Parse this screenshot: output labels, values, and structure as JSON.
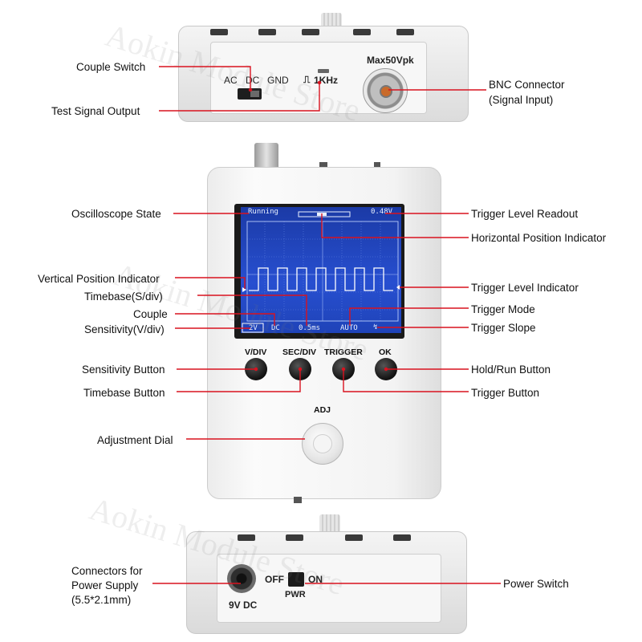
{
  "labels": {
    "couple_switch": "Couple Switch",
    "test_signal_output": "Test Signal Output",
    "bnc_connector": "BNC Connector",
    "bnc_sub": "(Signal Input)",
    "oscilloscope_state": "Oscilloscope State",
    "trigger_level_readout": "Trigger Level Readout",
    "horizontal_position_indicator": "Horizontal Position Indicator",
    "vertical_position_indicator": "Vertical Position Indicator",
    "trigger_level_indicator": "Trigger Level Indicator",
    "timebase": "Timebase(S/div)",
    "couple": "Couple",
    "sensitivity": "Sensitivity(V/div)",
    "trigger_mode": "Trigger Mode",
    "trigger_slope": "Trigger Slope",
    "sensitivity_button": "Sensitivity Button",
    "timebase_button": "Timebase Button",
    "hold_run_button": "Hold/Run Button",
    "trigger_button": "Trigger Button",
    "adjustment_dial": "Adjustment Dial",
    "power_supply_line1": "Connectors for",
    "power_supply_line2": "Power Supply",
    "power_supply_line3": "(5.5*2.1mm)",
    "power_switch": "Power Switch"
  },
  "device_top": {
    "ac": "AC",
    "dc": "DC",
    "gnd": "GND",
    "test_signal": "1KHz",
    "max_voltage": "Max50Vpk"
  },
  "device_front": {
    "buttons": {
      "vdiv": "V/DIV",
      "secdiv": "SEC/DIV",
      "trigger": "TRIGGER",
      "ok": "OK"
    },
    "adj": "ADJ",
    "screen": {
      "state": "Running",
      "trigger_level": "0.48V",
      "sensitivity": "2V",
      "couple": "DC",
      "timebase": "0.5ms",
      "trigger_mode": "AUTO",
      "trigger_slope_symbol": "↯"
    }
  },
  "device_bottom": {
    "off": "OFF",
    "on": "ON",
    "pwr": "PWR",
    "power_input": "9V DC"
  },
  "watermark": "Aokin Module Store"
}
